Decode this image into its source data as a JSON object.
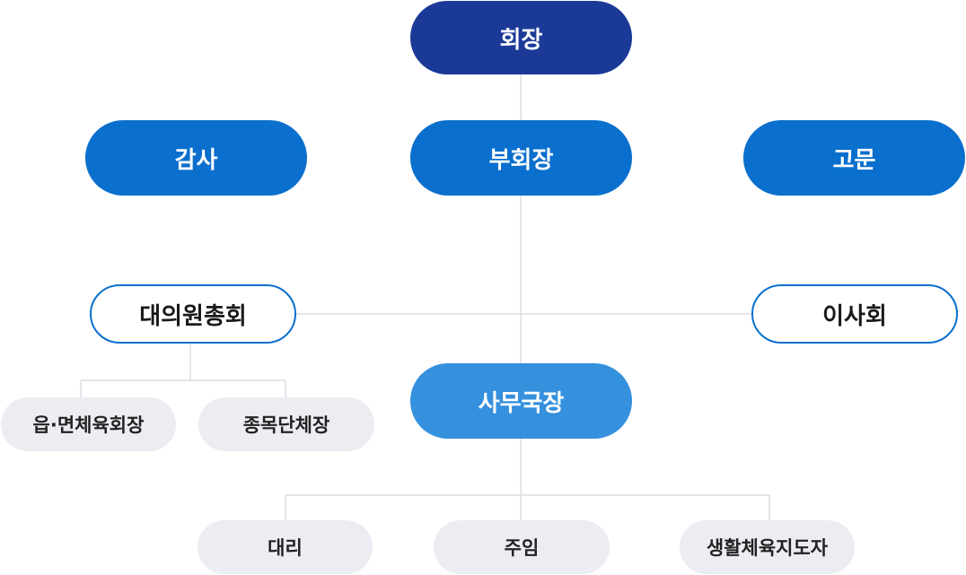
{
  "org_chart": {
    "chairman": "회장",
    "auditor": "감사",
    "vice_chairman": "부회장",
    "advisor": "고문",
    "general_assembly": "대의원총회",
    "board_of_directors": "이사회",
    "secretary_general": "사무국장",
    "assembly_members": [
      "읍·면체육회장",
      "종목단체장"
    ],
    "staff": [
      "대리",
      "주임",
      "생활체육지도자"
    ]
  },
  "colors": {
    "chairman_bg": "#1b3a97",
    "officer_bg": "#0a6fcd",
    "secretary_bg": "#3590de",
    "outline_border": "#0a6fcd",
    "grey_bg": "#ecedf2",
    "connector": "#d2d5dc"
  }
}
